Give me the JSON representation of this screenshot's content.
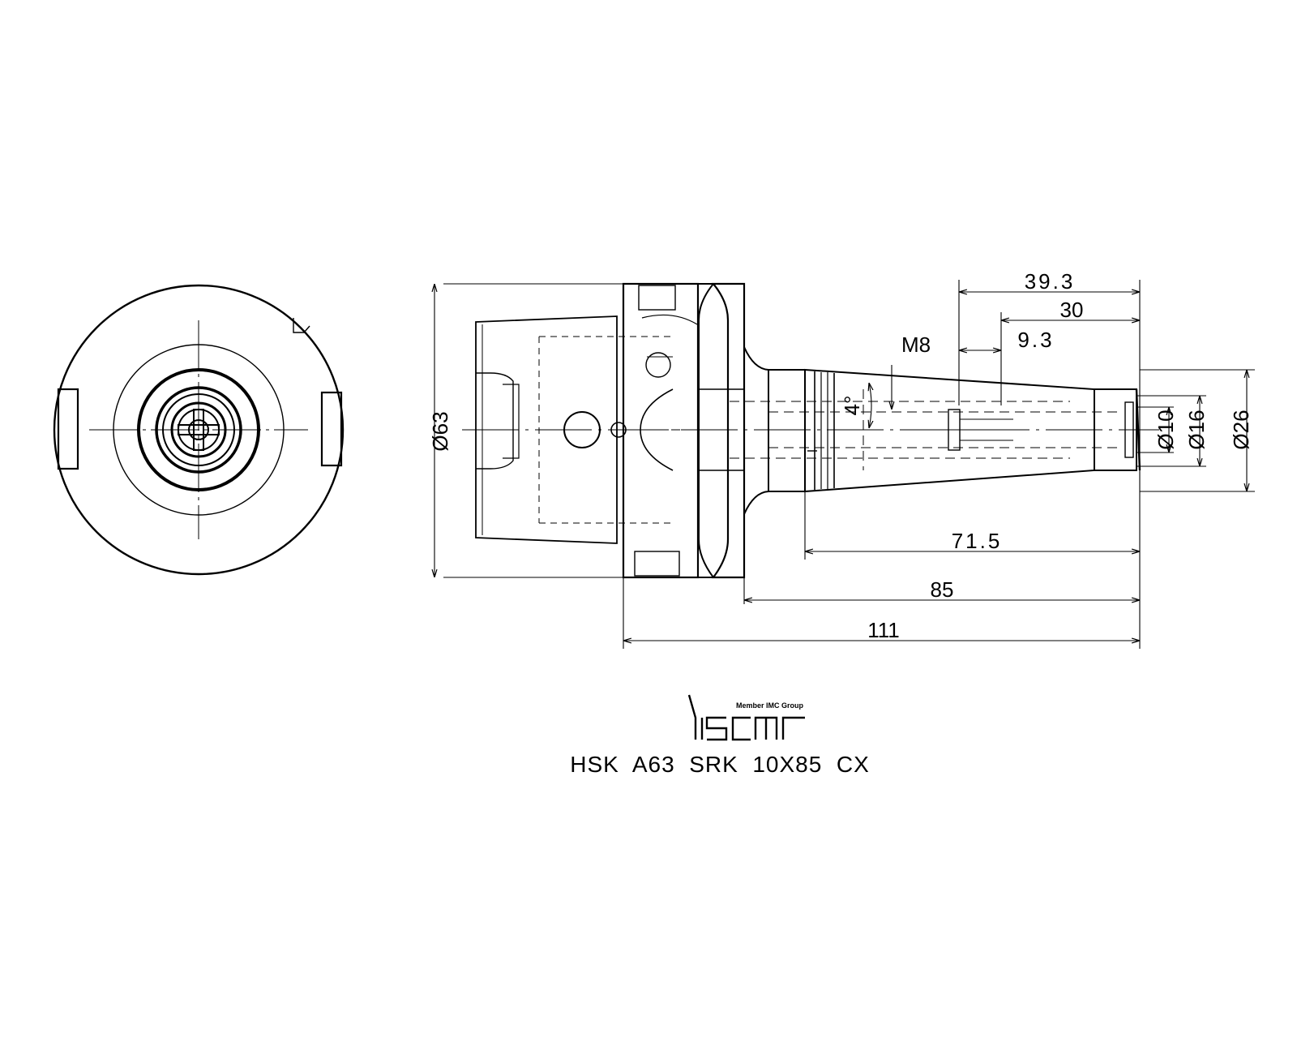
{
  "part_code": "HSK  A63  SRK  10X85  CX",
  "brand": {
    "logo_text": "iscar",
    "tagline": "Member IMC Group"
  },
  "dimensions": {
    "overall_length": "111",
    "gauge_to_nose": "85",
    "taper_length": "71.5",
    "d1": "39.3",
    "d2": "30",
    "d3": "9.3",
    "thread": "M8",
    "taper_angle": "4°",
    "flange_dia": "Ø63",
    "bore_dia": "Ø10",
    "nose_small_dia": "Ø16",
    "nose_large_dia": "Ø26"
  },
  "colors": {
    "line": "#000000",
    "background": "#ffffff"
  }
}
